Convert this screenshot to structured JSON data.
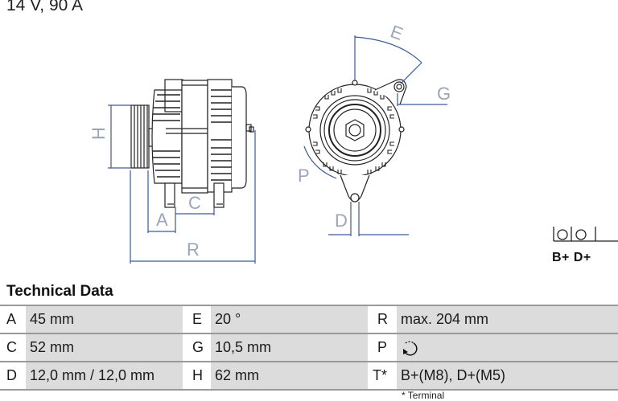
{
  "header": {
    "title": "14 V, 90 A"
  },
  "drawing": {
    "side_view_labels": {
      "H": "H",
      "A": "A",
      "C": "C",
      "R": "R"
    },
    "front_view_labels": {
      "E": "E",
      "G": "G",
      "P": "P",
      "D": "D"
    },
    "dimension_color": "#3a5a9a",
    "dimension_label_color": "#9aa6b8"
  },
  "terminals": {
    "label": "B+ D+"
  },
  "technical_data": {
    "title": "Technical Data",
    "rows": [
      [
        {
          "key": "A",
          "value": "45 mm"
        },
        {
          "key": "E",
          "value": "20 °"
        },
        {
          "key": "R",
          "value": "max. 204 mm"
        }
      ],
      [
        {
          "key": "C",
          "value": "52 mm"
        },
        {
          "key": "G",
          "value": "10,5 mm"
        },
        {
          "key": "P",
          "value": "rotation-counterclockwise-icon"
        }
      ],
      [
        {
          "key": "D",
          "value": "12,0 mm / 12,0 mm"
        },
        {
          "key": "H",
          "value": "62 mm"
        },
        {
          "key": "T*",
          "value": "B+(M8), D+(M5)"
        }
      ]
    ],
    "footnote": "* Terminal"
  }
}
